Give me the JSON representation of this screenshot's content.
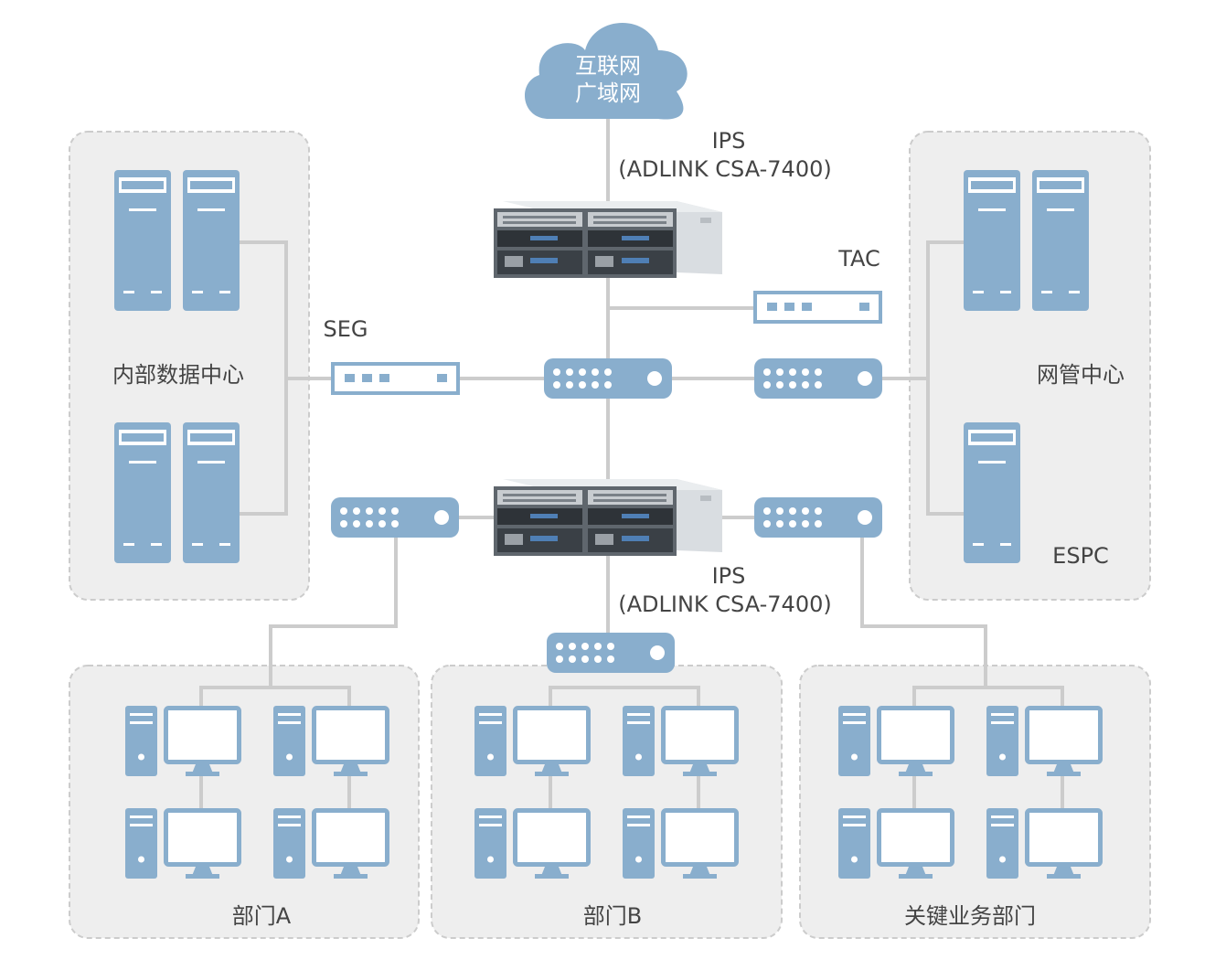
{
  "cloud": {
    "line1": "互联网",
    "line2": "广域网"
  },
  "ips_top": {
    "name": "IPS",
    "model": "(ADLINK CSA-7400)"
  },
  "ips_bottom": {
    "name": "IPS",
    "model": "(ADLINK CSA-7400)"
  },
  "tac": {
    "label": "TAC"
  },
  "seg": {
    "label": "SEG"
  },
  "zones": {
    "datacenter": "内部数据中心",
    "netmgmt": "网管中心",
    "espc": "ESPC",
    "dept_a": "部门A",
    "dept_b": "部门B",
    "dept_key": "关键业务部门"
  },
  "colors": {
    "icon_blue": "#89aecd",
    "zone_fill": "#eeeeee",
    "zone_border": "#cccccc",
    "line": "#cccccc",
    "text": "#444444"
  }
}
